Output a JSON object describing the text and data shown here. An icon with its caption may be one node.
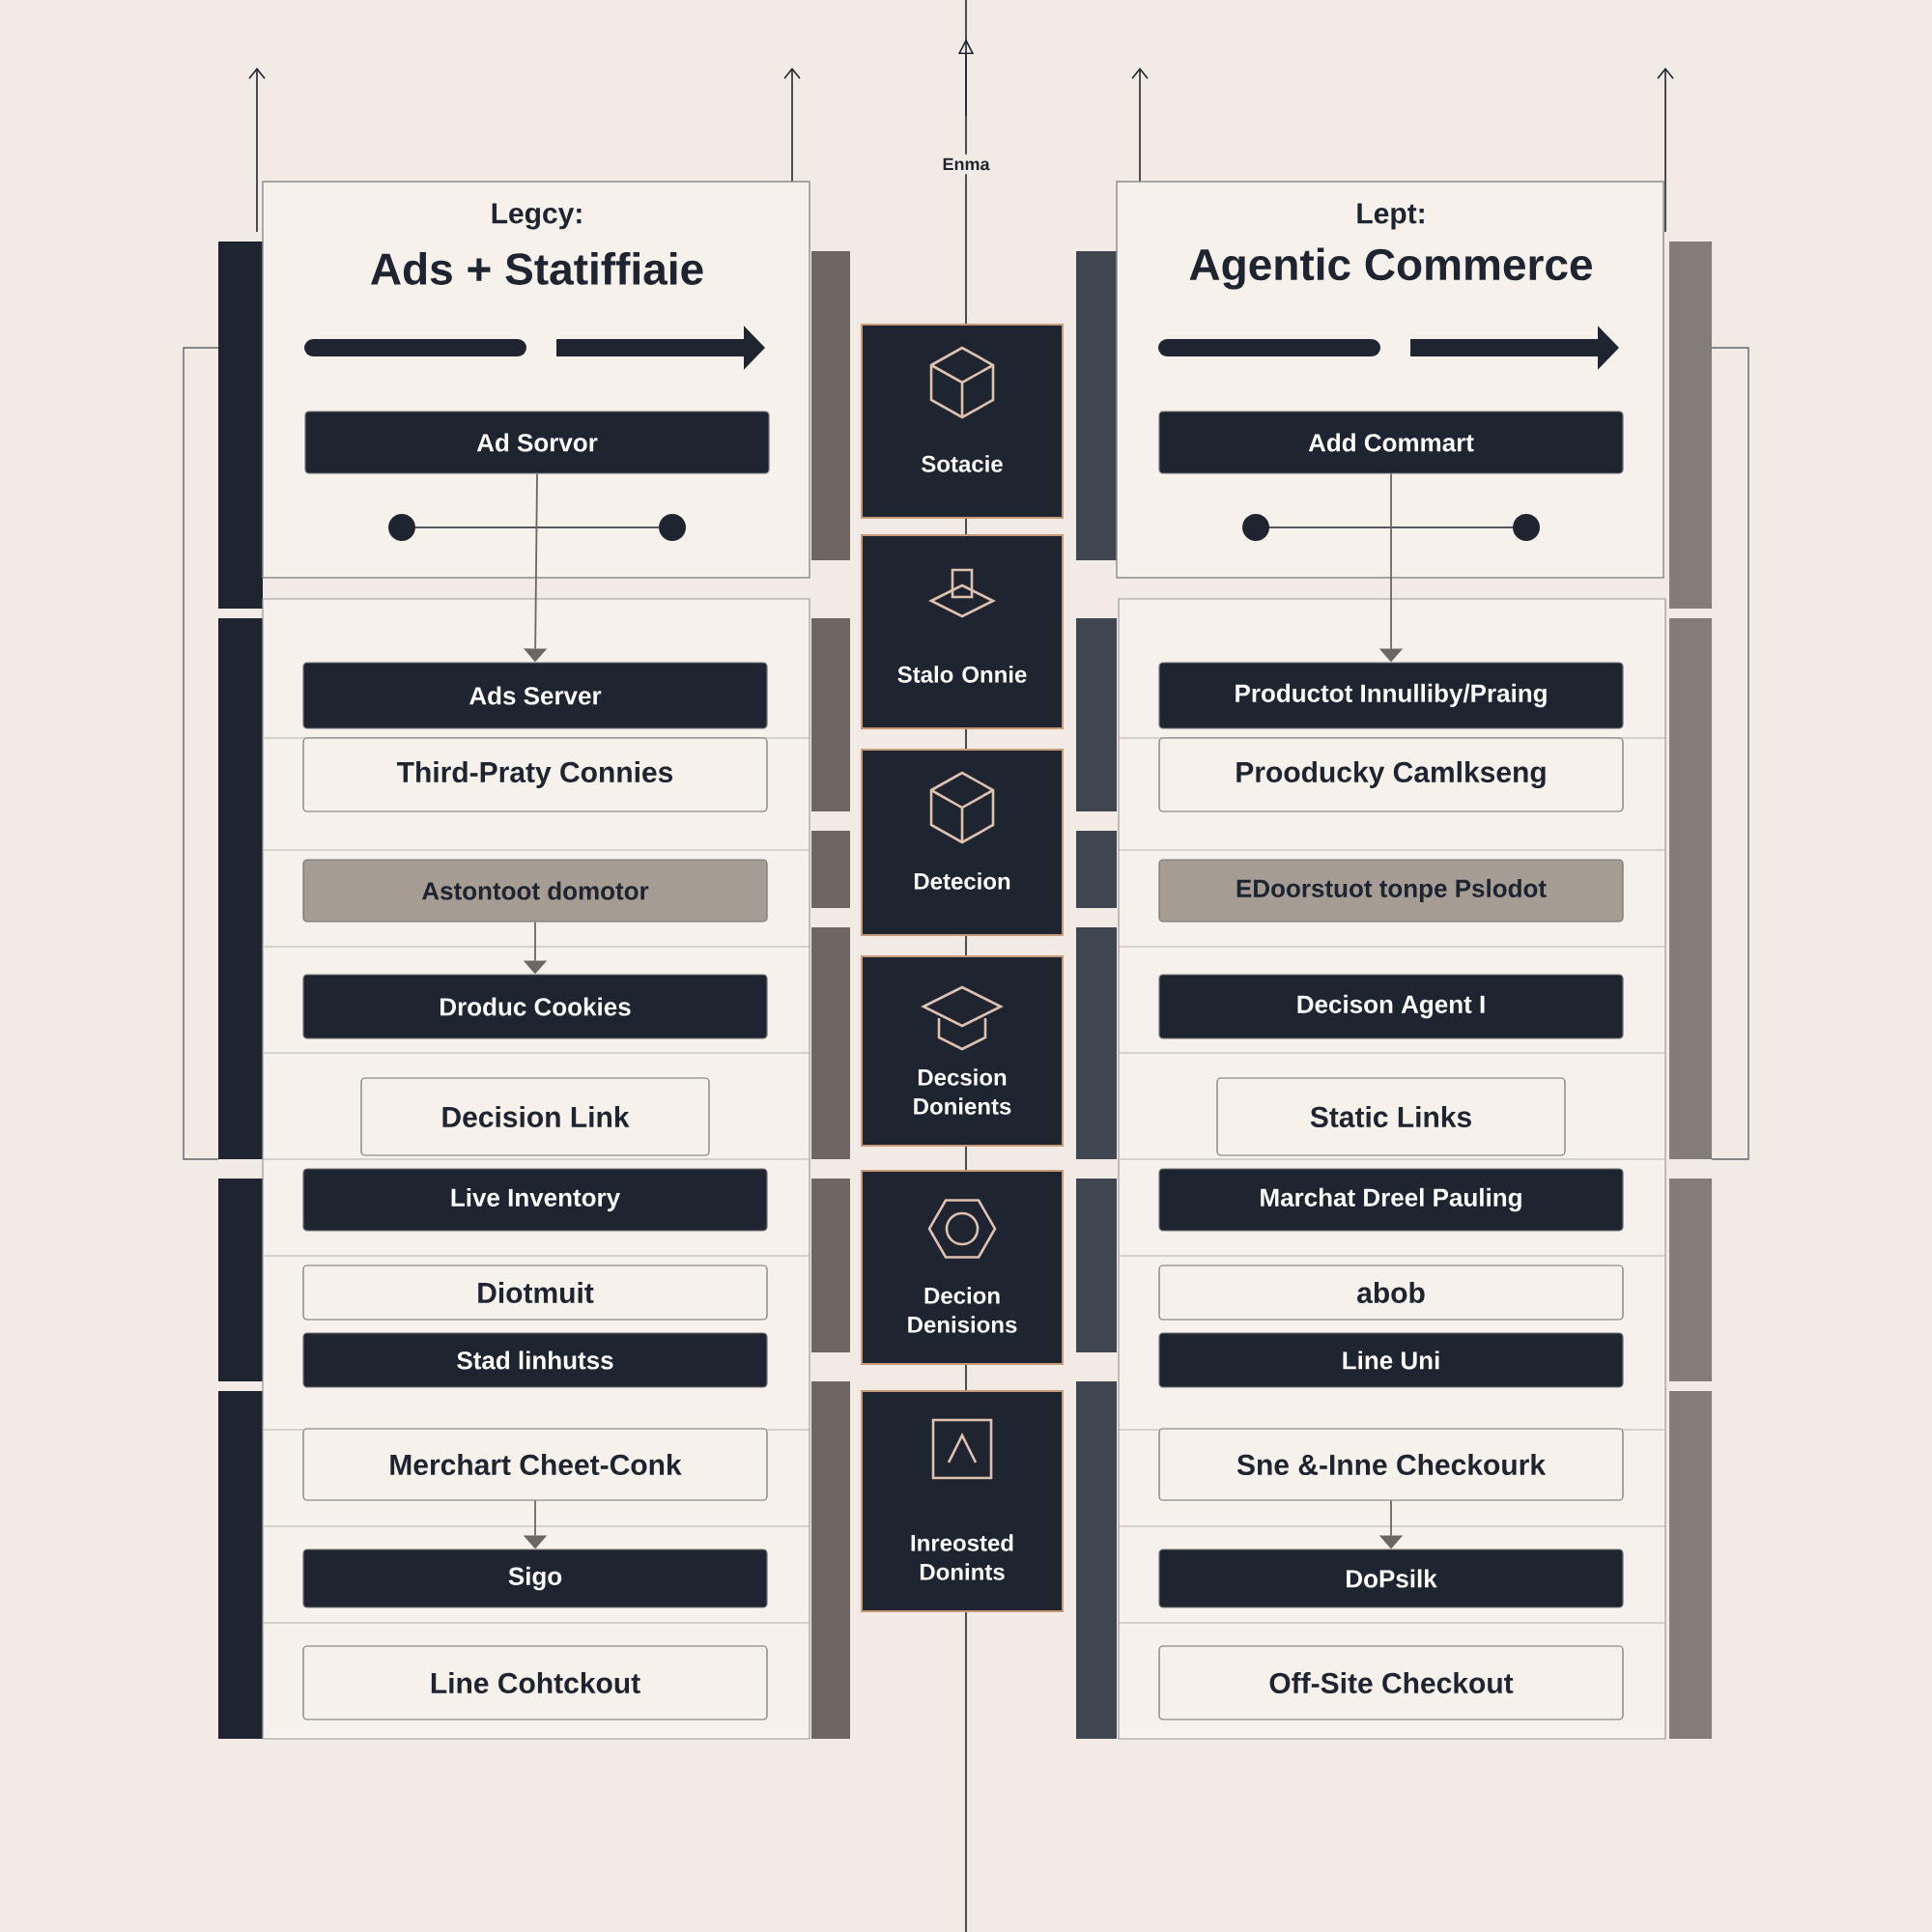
{
  "diagram": {
    "nodes": [
      {
        "text": [
          "Legcy:",
          "Ads + Statiffiaie"
        ]
      },
      {
        "text": [
          "Ad Sorvor"
        ],
        "in": 0
      },
      {
        "text": [
          "Ads Server"
        ]
      },
      {
        "text": [
          "Third-Praty Connies"
        ]
      },
      {
        "text": [
          "Astontoot domotor"
        ]
      },
      {
        "text": [
          "Droduc Cookies"
        ]
      },
      {
        "text": [
          "Decision Link"
        ]
      },
      {
        "text": [
          "Live Inventory"
        ]
      },
      {
        "text": [
          "Diotmuit"
        ]
      },
      {
        "text": [
          "Stad linhutss"
        ]
      },
      {
        "text": [
          "Merchart Cheet-Conk"
        ]
      },
      {
        "text": [
          "Sigo"
        ]
      },
      {
        "text": [
          "Line Cohtckout"
        ]
      },
      {
        "text": [
          "Lept:",
          "Agentic Commerce"
        ]
      },
      {
        "text": [
          "Add Commart"
        ],
        "in": 13
      },
      {
        "text": [
          "Productot Innulliby/Praing"
        ]
      },
      {
        "text": [
          "Prooducky Camlkseng"
        ]
      },
      {
        "text": [
          "EDoorstuot tonpe Pslodot"
        ]
      },
      {
        "text": [
          "Decison Agent I"
        ]
      },
      {
        "text": [
          "Static Links"
        ]
      },
      {
        "text": [
          "Marchat Dreel Pauling"
        ]
      },
      {
        "text": [
          "abob"
        ]
      },
      {
        "text": [
          "Line Uni"
        ]
      },
      {
        "text": [
          "Sne &-Inne Checkourk"
        ]
      },
      {
        "text": [
          "DoPsilk"
        ]
      },
      {
        "text": [
          "Off-Site Checkout"
        ]
      },
      {
        "text": [
          "Sotacie"
        ]
      },
      {
        "text": [
          "Stalo Onnie"
        ]
      },
      {
        "text": [
          "Detecion"
        ]
      },
      {
        "text": [
          "Decsion Donients"
        ]
      },
      {
        "text": [
          "Decion Denisions"
        ]
      },
      {
        "text": [
          "Inreosted Donints"
        ]
      }
    ],
    "edges": [
      {
        "from": 1,
        "to": 2,
        "arrow": "to"
      },
      {
        "from": 14,
        "to": 15,
        "arrow": "to"
      },
      {
        "from": 4,
        "to": 5,
        "arrow": "to"
      },
      {
        "from": 10,
        "to": 11,
        "arrow": "to"
      },
      {
        "from": 23,
        "to": 24,
        "arrow": "to"
      }
    ],
    "labels": [
      "Enma"
    ]
  }
}
